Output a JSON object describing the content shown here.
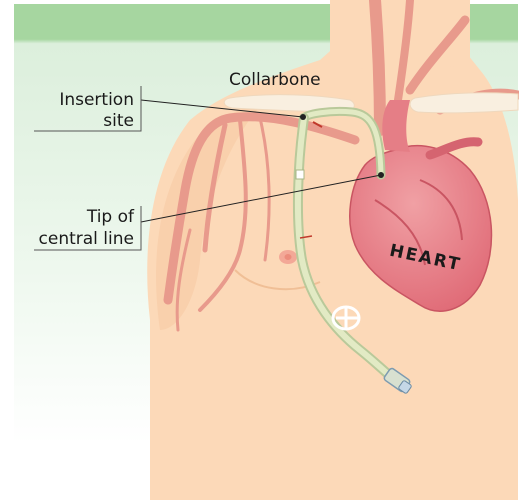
{
  "labels": {
    "collarbone": "Collarbone",
    "insertion_line1": "Insertion",
    "insertion_line2": "site",
    "tip_line1": "Tip of",
    "tip_line2": "central line",
    "heart": "HEART"
  },
  "colors": {
    "background_top": "#9fd09a",
    "background_fade": "#eaf5ea",
    "skin": "#fcd9b8",
    "skin_shadow": "#f5c59d",
    "vessel": "#e89a8c",
    "heart": "#e57e86",
    "heart_dark": "#d56470",
    "catheter": "#d7e1b9",
    "collarbone": "#f9efe0",
    "label_line": "#222222"
  }
}
